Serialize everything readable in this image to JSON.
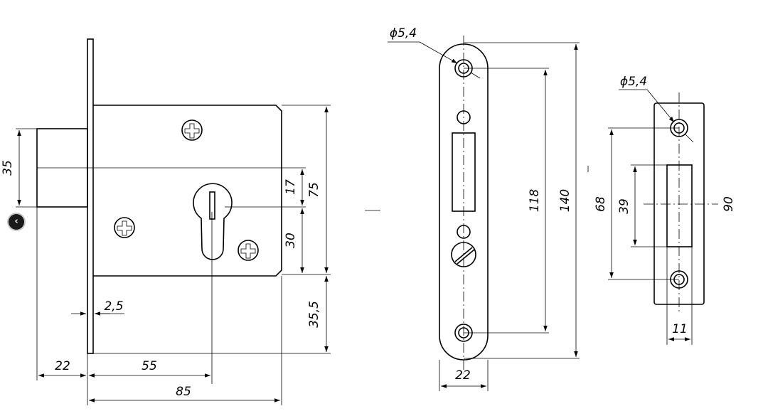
{
  "nav": {
    "prev_icon": "chevron-left-icon",
    "prev_glyph": "‹"
  },
  "lock_body": {
    "dims": {
      "backset_35": "35",
      "d17": "17",
      "d75": "75",
      "d30": "30",
      "d35_5": "35,5",
      "d2_5": "2,5",
      "d22": "22",
      "d55": "55",
      "d85": "85"
    }
  },
  "faceplate": {
    "hole_dia": "ϕ5,4",
    "d118": "118",
    "d140": "140",
    "d22": "22"
  },
  "strike": {
    "hole_dia": "ϕ5,4",
    "d68": "68",
    "d39": "39",
    "d90": "90",
    "d11": "11"
  }
}
